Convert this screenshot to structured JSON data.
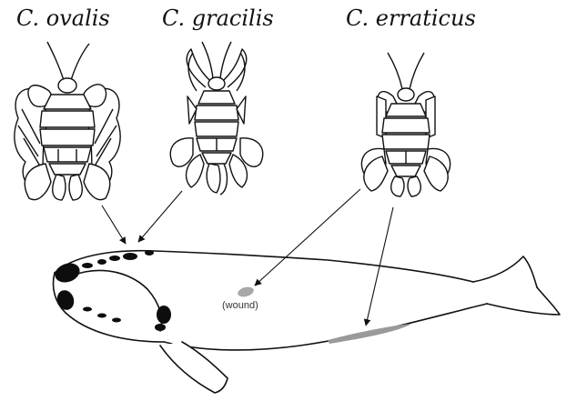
{
  "species": [
    {
      "name": "C. ovalis"
    },
    {
      "name": "C. gracilis"
    },
    {
      "name": "C. erraticus"
    }
  ],
  "wound_label": "(wound)",
  "colors": {
    "ink": "#111111",
    "dark_patch": "#0d0d0d",
    "wound_patch": "#a8a8a8",
    "ventral_patch": "#9a9a9a"
  }
}
